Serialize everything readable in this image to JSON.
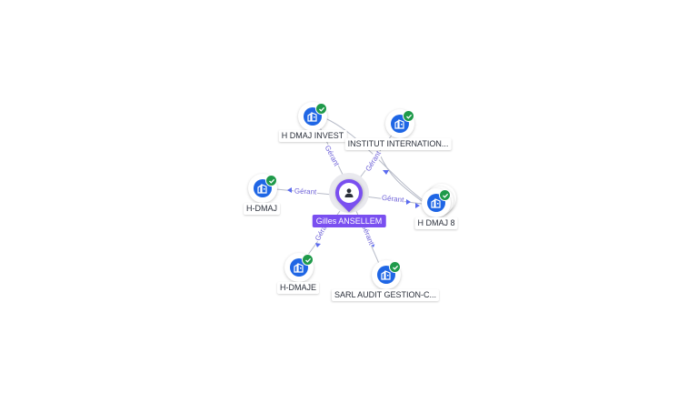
{
  "graph": {
    "center": {
      "name": "Gilles ANSELLEM",
      "icon": "person-icon"
    },
    "companies": [
      {
        "id": "hdmaj-invest",
        "label": "H DMAJ INVEST",
        "icon": "building-icon",
        "status": "check-icon"
      },
      {
        "id": "institut",
        "label": "INSTITUT INTERNATION...",
        "icon": "building-icon",
        "status": "check-icon"
      },
      {
        "id": "hdmaj",
        "label": "H-DMAJ",
        "icon": "building-icon",
        "status": "check-icon"
      },
      {
        "id": "hdmaj8",
        "label": "H DMAJ 8",
        "icon": "building-icon",
        "status": "check-icon"
      },
      {
        "id": "hdmaje",
        "label": "H-DMAJE",
        "icon": "building-icon",
        "status": "check-icon"
      },
      {
        "id": "sarl",
        "label": "SARL AUDIT GESTION-C...",
        "icon": "building-icon",
        "status": "check-icon"
      }
    ],
    "edges": [
      {
        "to": "hdmaj-invest",
        "label": "Gérant"
      },
      {
        "to": "institut",
        "label": "Gérant"
      },
      {
        "to": "hdmaj",
        "label": "Gérant"
      },
      {
        "to": "hdmaj8",
        "label": "Gérant"
      },
      {
        "to": "hdmaje",
        "label": "Gérant"
      },
      {
        "to": "sarl",
        "label": "Gérant"
      }
    ]
  },
  "colors": {
    "person": "#7a4ff0",
    "company": "#1f66e5",
    "verified": "#1f9a4a",
    "edge_label": "#6f63d8"
  }
}
